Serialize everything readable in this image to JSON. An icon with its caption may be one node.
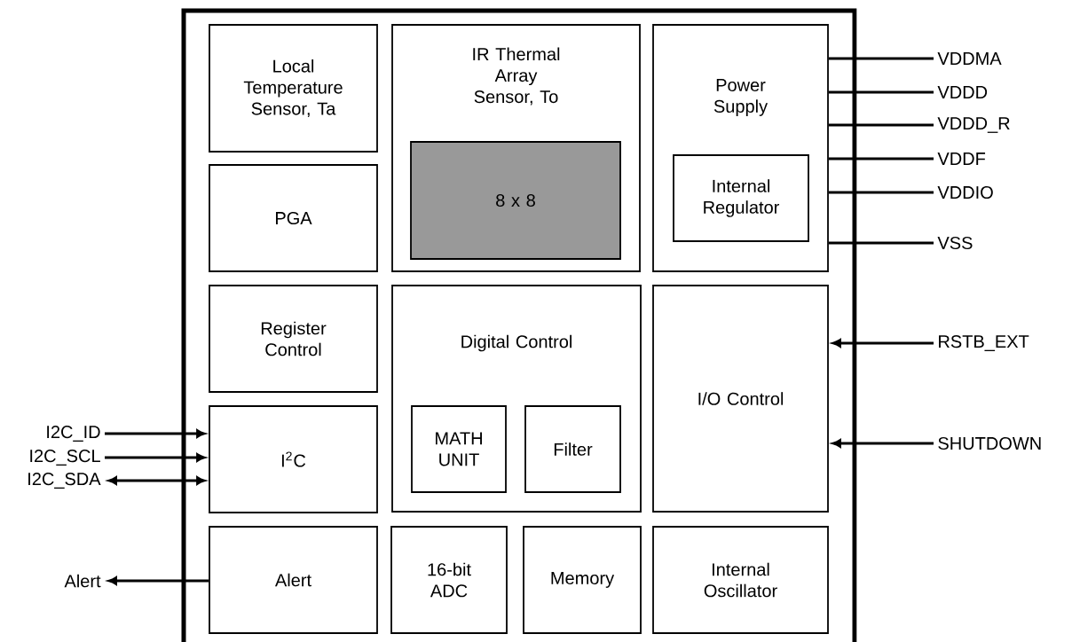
{
  "diagram": {
    "nodes": [
      {
        "text": [],
        "shape": "box"
      },
      {
        "text": [
          "Local Temperature Sensor, Ta"
        ],
        "in": 0
      },
      {
        "text": [
          "IR Thermal Array Sensor, To"
        ],
        "in": 0
      },
      {
        "text": [
          "8 x 8"
        ],
        "in": 2
      },
      {
        "text": [
          "Power Supply"
        ],
        "in": 0
      },
      {
        "text": [
          "Internal Regulator"
        ],
        "in": 4
      },
      {
        "text": [
          "PGA"
        ],
        "in": 0
      },
      {
        "text": [
          "Register Control"
        ],
        "in": 0
      },
      {
        "text": [
          "Digital Control"
        ],
        "in": 0
      },
      {
        "text": [
          "MATH UNIT"
        ],
        "in": 8
      },
      {
        "text": [
          "Filter"
        ],
        "in": 8
      },
      {
        "text": [
          "I/O Control"
        ],
        "in": 0
      },
      {
        "text": [
          "I$^{2}$C"
        ],
        "in": 0
      },
      {
        "text": [
          "Alert"
        ],
        "in": 0
      },
      {
        "text": [
          "16-bit ADC"
        ],
        "in": 0
      },
      {
        "text": [
          "Memory"
        ],
        "in": 0
      },
      {
        "text": [
          "Internal Oscillator"
        ],
        "in": 0
      },
      {
        "text": [
          "VDDMA"
        ]
      },
      {
        "text": [
          "VDDD"
        ]
      },
      {
        "text": [
          "VDDD_R"
        ]
      },
      {
        "text": [
          "VDDF"
        ]
      },
      {
        "text": [
          "VDDIO"
        ]
      },
      {
        "text": [
          "VSS"
        ]
      },
      {
        "text": [
          "RSTB_EXT"
        ]
      },
      {
        "text": [
          "SHUTDOWN"
        ]
      },
      {
        "text": [
          "I2C_ID"
        ]
      },
      {
        "text": [
          "I2C_SCL"
        ]
      },
      {
        "text": [
          "I2C_SDA"
        ]
      },
      {
        "text": [
          "Alert"
        ]
      }
    ],
    "edges": [
      {
        "from": 4,
        "to": 17,
        "arrow": "none"
      },
      {
        "from": 4,
        "to": 18,
        "arrow": "none"
      },
      {
        "from": 4,
        "to": 19,
        "arrow": "none"
      },
      {
        "from": 4,
        "to": 20,
        "arrow": "none"
      },
      {
        "from": 4,
        "to": 21,
        "arrow": "none"
      },
      {
        "from": 4,
        "to": 22,
        "arrow": "none"
      },
      {
        "from": 23,
        "to": 11,
        "arrow": "to"
      },
      {
        "from": 24,
        "to": 11,
        "arrow": "to"
      },
      {
        "from": 25,
        "to": 12,
        "arrow": "to"
      },
      {
        "from": 26,
        "to": 12,
        "arrow": "to"
      },
      {
        "from": 27,
        "to": 12,
        "arrow": "both"
      },
      {
        "from": 13,
        "to": 28,
        "arrow": "to"
      }
    ]
  }
}
